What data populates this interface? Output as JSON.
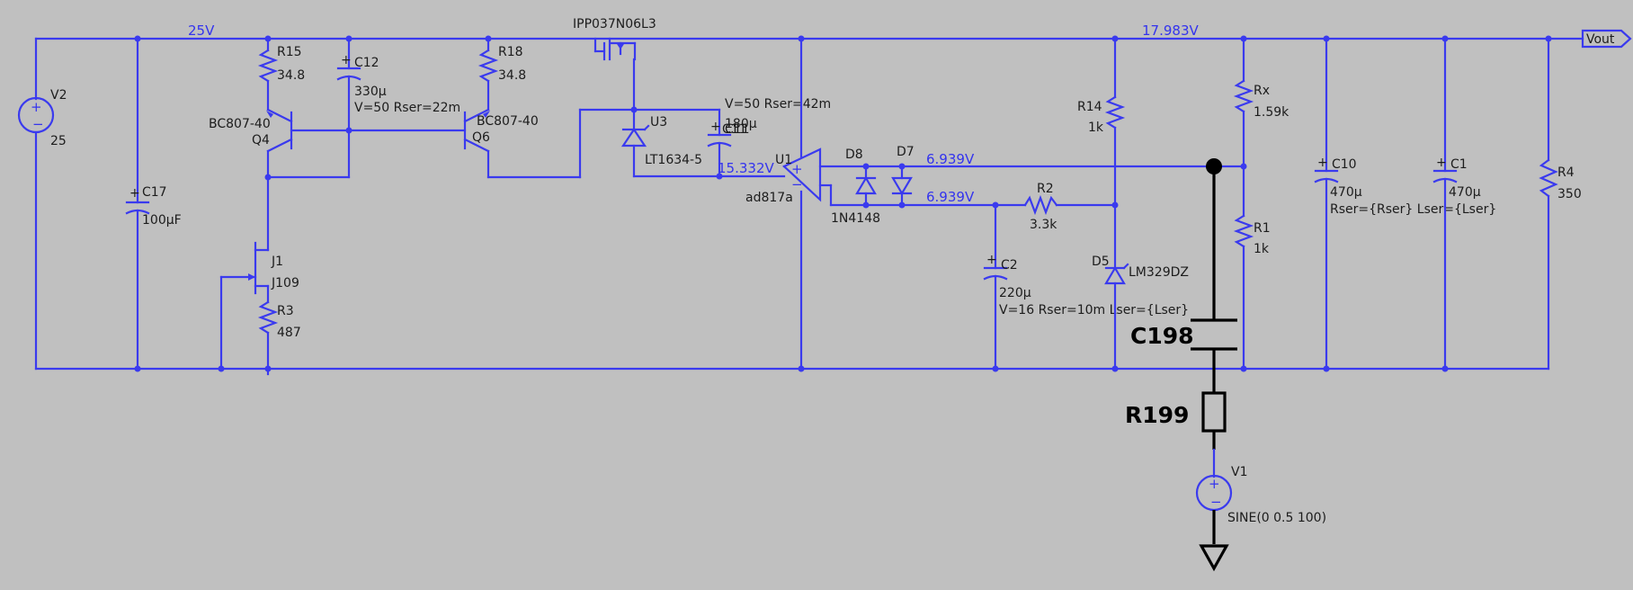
{
  "nets": {
    "v25": "25V",
    "vout_level": "17.983V",
    "opamp_in": "15.332V",
    "ref_a": "6.939V",
    "ref_b": "6.939V",
    "out_port": "Vout"
  },
  "parts": {
    "V2": {
      "name": "V2",
      "value": "25"
    },
    "C17": {
      "name": "C17",
      "value": "100µF"
    },
    "R15": {
      "name": "R15",
      "value": "34.8"
    },
    "C12": {
      "name": "C12",
      "value": "330µ",
      "spec": "V=50 Rser=22m"
    },
    "Q4": {
      "model": "BC807-40",
      "name": "Q4"
    },
    "J1": {
      "name": "J1",
      "model": "J109"
    },
    "R3": {
      "name": "R3",
      "value": "487"
    },
    "R18": {
      "name": "R18",
      "value": "34.8"
    },
    "Q6": {
      "model": "BC807-40",
      "name": "Q6"
    },
    "M1": {
      "model": "IPP037N06L3"
    },
    "U3": {
      "name": "U3",
      "model": "LT1634-5"
    },
    "C11": {
      "name": "C11",
      "spec": "V=50 Rser=42m",
      "value": "180µ"
    },
    "U1": {
      "name": "U1",
      "model": "ad817a"
    },
    "D8": {
      "name": "D8"
    },
    "D7": {
      "name": "D7"
    },
    "Dmodel": {
      "model": "1N4148"
    },
    "R2": {
      "name": "R2",
      "value": "3.3k"
    },
    "C2": {
      "name": "C2",
      "value": "220µ",
      "spec": "V=16 Rser=10m Lser={Lser}"
    },
    "R14": {
      "name": "R14",
      "value": "1k"
    },
    "D5": {
      "name": "D5",
      "model": "LM329DZ"
    },
    "Rx": {
      "name": "Rx",
      "value": "1.59k"
    },
    "R1": {
      "name": "R1",
      "value": "1k"
    },
    "C10": {
      "name": "C10",
      "value": "470µ",
      "spec": "Rser={Rser} Lser={Lser}"
    },
    "C1": {
      "name": "C1",
      "value": "470µ"
    },
    "R4": {
      "name": "R4",
      "value": "350"
    },
    "C198": {
      "name": "C198"
    },
    "R199": {
      "name": "R199"
    },
    "V1": {
      "name": "V1",
      "value": "SINE(0 0.5 100)"
    }
  },
  "colors": {
    "wire": "#3a3aee",
    "background": "#c0c0c0",
    "overlay": "#000000"
  }
}
